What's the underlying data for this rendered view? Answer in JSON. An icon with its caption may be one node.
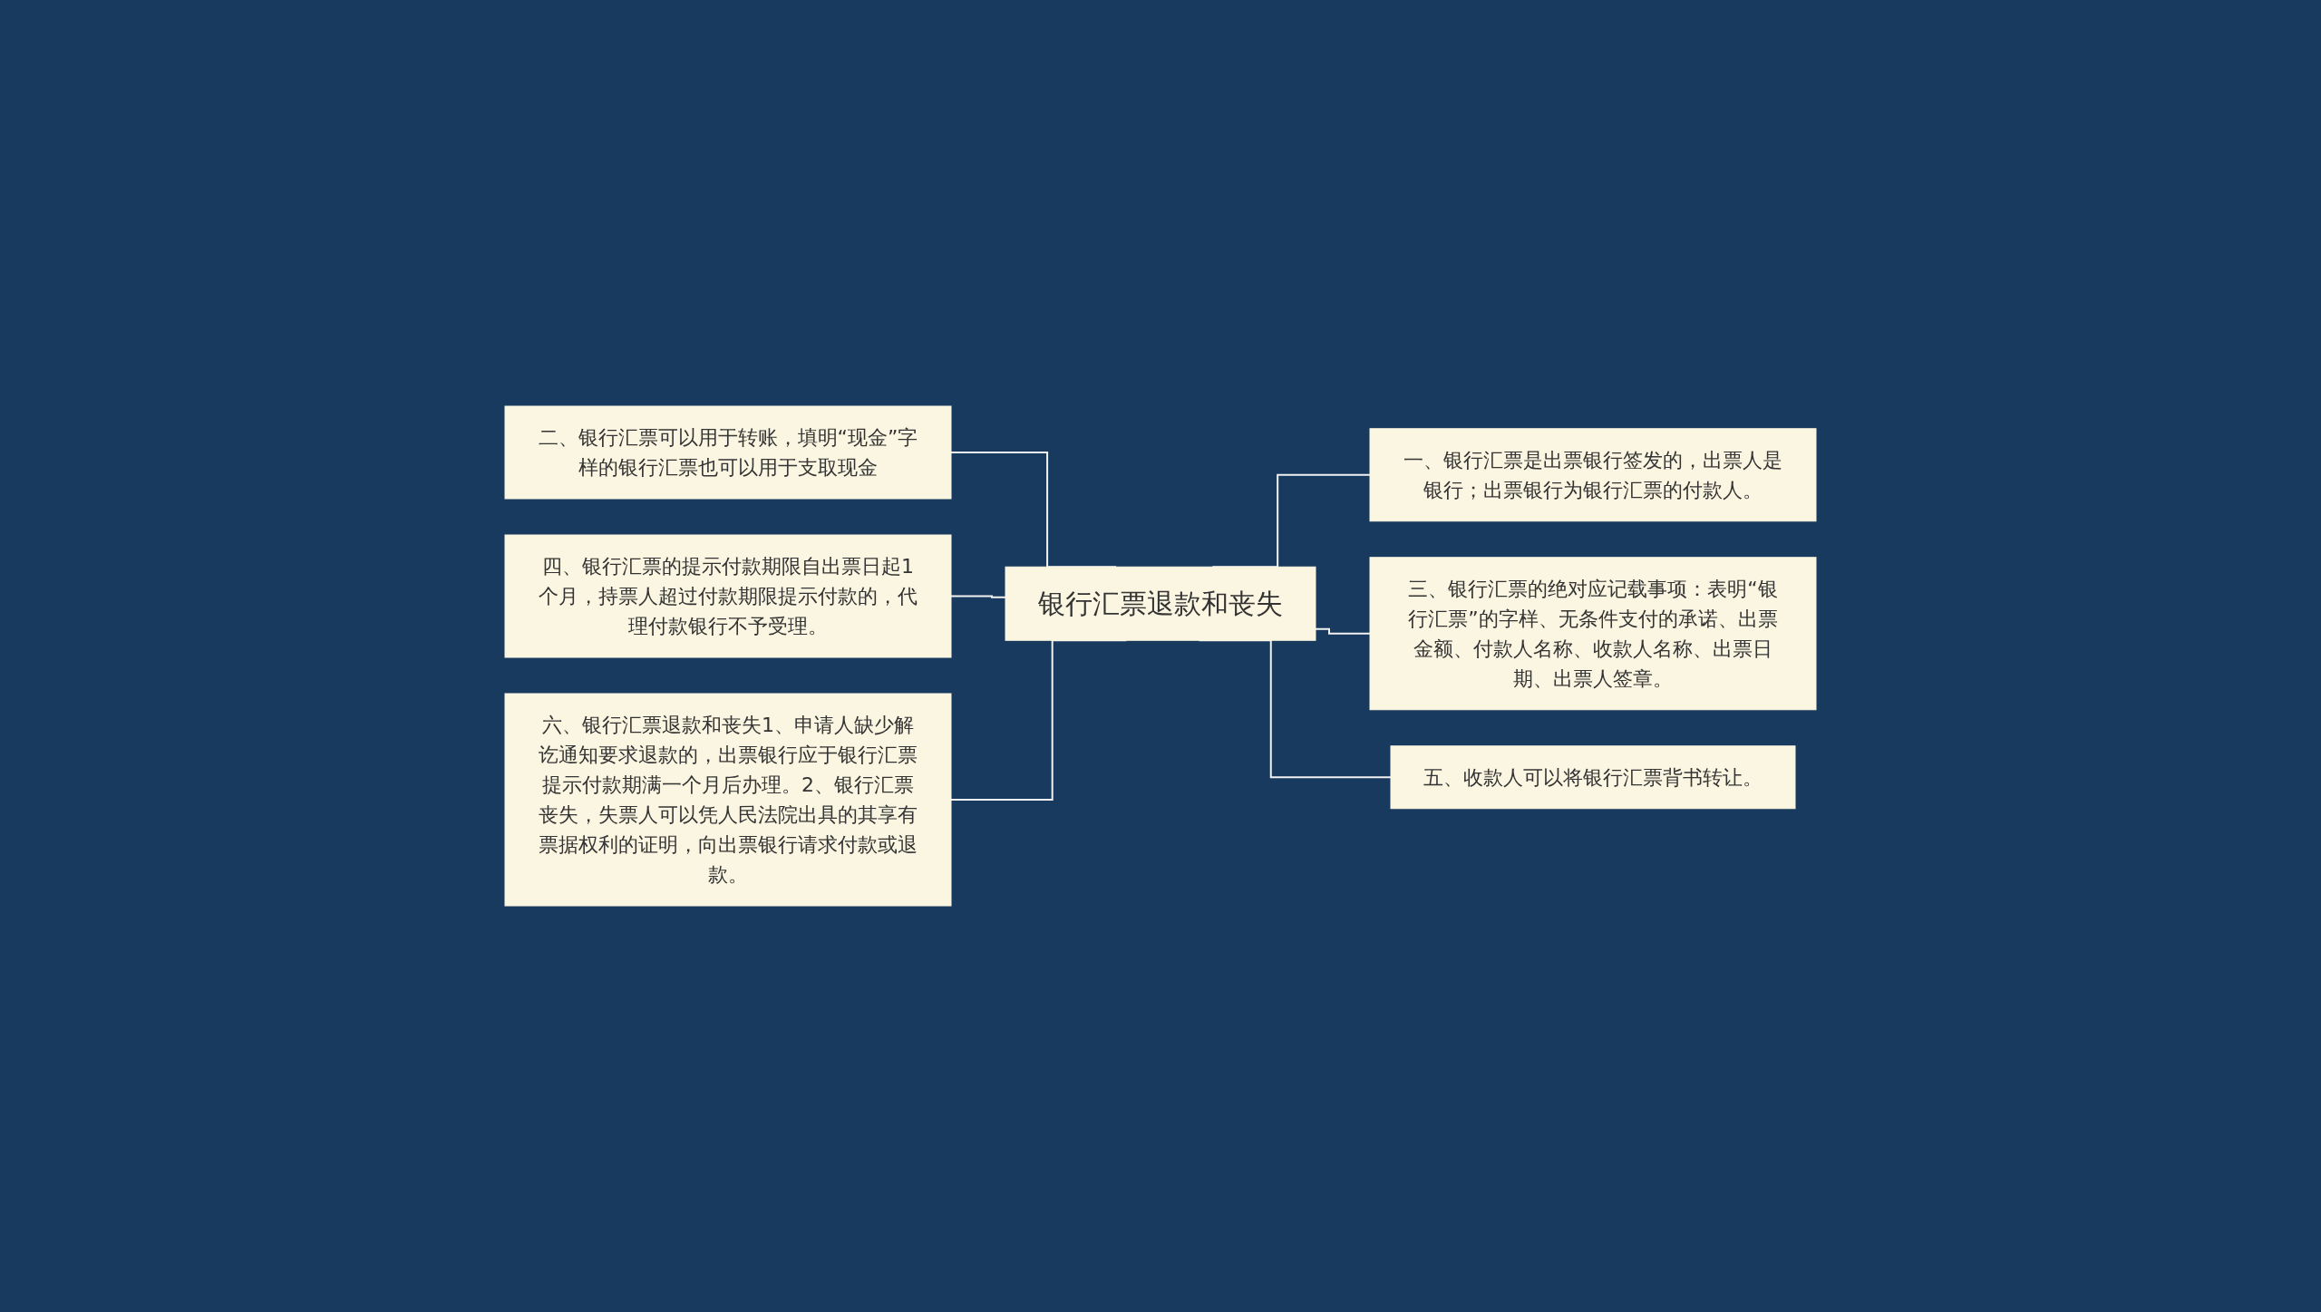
{
  "diagram": {
    "nodes": [
      {
        "text": [
          "银行汇票退款和丧失"
        ]
      },
      {
        "text": [
          "二、银行汇票可以用于转账，填明“现金”字样的银行汇票也可以用于支取现金"
        ]
      },
      {
        "text": [
          "四、银行汇票的提示付款期限自出票日起1个月，持票人超过付款期限提示付款的，代理付款银行不予受理。"
        ]
      },
      {
        "text": [
          "六、银行汇票退款和丧失1、申请人缺少解讫通知要求退款的，出票银行应于银行汇票提示付款期满一个月后办理。2、银行汇票丧失，失票人可以凭人民法院出具的其享有票据权利的证明，向出票银行请求付款或退款。"
        ]
      },
      {
        "text": [
          "一、银行汇票是出票银行签发的，出票人是银行；出票银行为银行汇票的付款人。"
        ]
      },
      {
        "text": [
          "三、银行汇票的绝对应记载事项：表明“银行汇票”的字样、无条件支付的承诺、出票金额、付款人名称、收款人名称、出票日期、出票人签章。"
        ]
      },
      {
        "text": [
          "五、收款人可以将银行汇票背书转让。"
        ]
      }
    ],
    "edges": [
      {
        "from": 0,
        "to": 1,
        "arrow": "none"
      },
      {
        "from": 0,
        "to": 2,
        "arrow": "none"
      },
      {
        "from": 0,
        "to": 3,
        "arrow": "none"
      },
      {
        "from": 0,
        "to": 4,
        "arrow": "none"
      },
      {
        "from": 0,
        "to": 5,
        "arrow": "none"
      },
      {
        "from": 0,
        "to": 6,
        "arrow": "none"
      }
    ]
  }
}
